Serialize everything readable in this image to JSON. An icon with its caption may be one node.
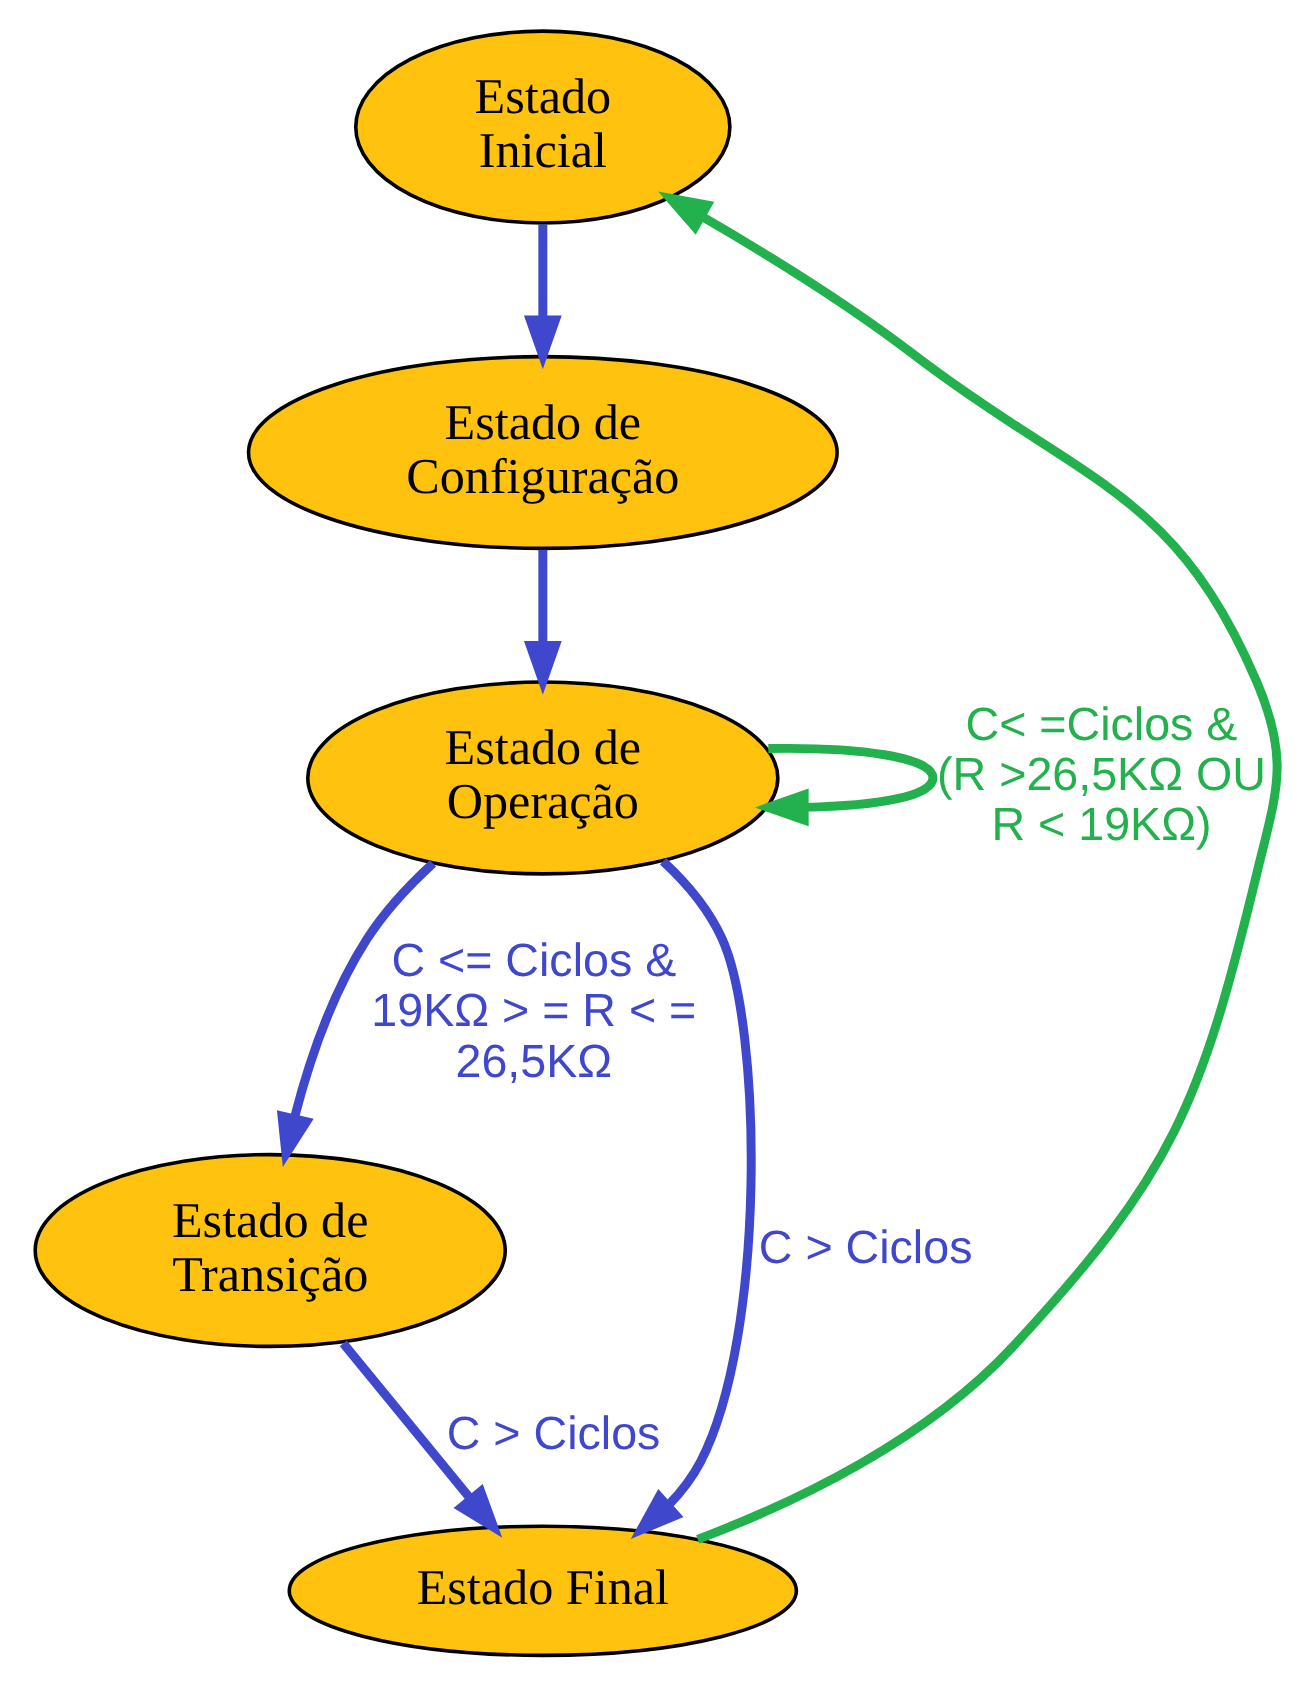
{
  "diagram": {
    "nodes": [
      {
        "text": [
          "Estado Inicial"
        ]
      },
      {
        "text": [
          "Estado de Configuração"
        ]
      },
      {
        "text": [
          "Estado de Operação"
        ]
      },
      {
        "text": [
          "Estado de Transição"
        ]
      },
      {
        "text": [
          "Estado Final"
        ]
      }
    ],
    "edges": [
      {
        "from": 0,
        "to": 1,
        "arrow": "to"
      },
      {
        "from": 1,
        "to": 2,
        "arrow": "to"
      },
      {
        "from": 2,
        "to": 3,
        "arrow": "to",
        "label": "C <= Ciclos & 19KΩ > = R < = 26,5KΩ"
      },
      {
        "from": 2,
        "to": 2,
        "arrow": "to",
        "label": "C< =Ciclos & (R >26,5KΩ OU R < 19KΩ)",
        "color": "#22b14c"
      },
      {
        "from": 2,
        "to": 4,
        "arrow": "to",
        "label": "C > Ciclos"
      },
      {
        "from": 3,
        "to": 4,
        "arrow": "to",
        "label": "C > Ciclos"
      },
      {
        "from": 4,
        "to": 0,
        "arrow": "to",
        "color": "#22b14c"
      }
    ]
  }
}
